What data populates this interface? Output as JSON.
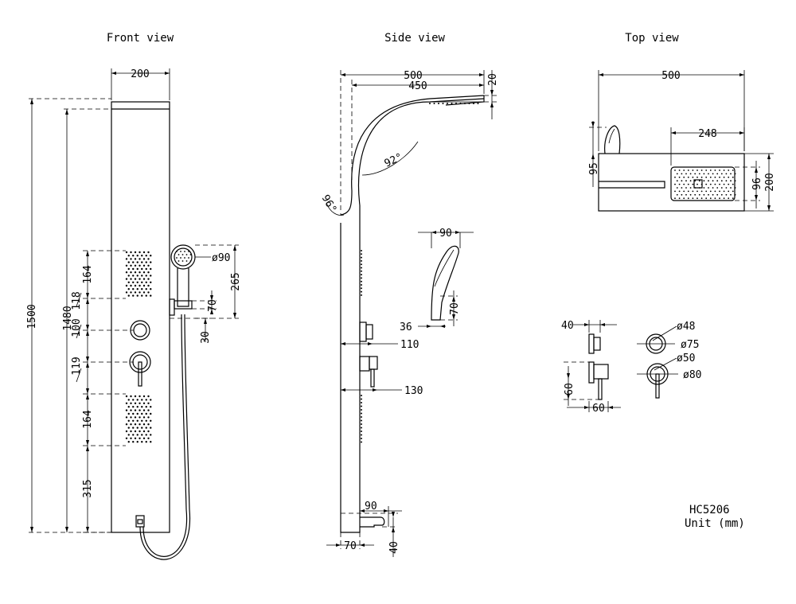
{
  "titles": {
    "front": "Front view",
    "side": "Side view",
    "top": "Top view"
  },
  "model": "HC5206",
  "unit": "Unit (mm)",
  "front_dims": {
    "width": "200",
    "total_height": "1500",
    "inner_height": "1480",
    "spray_upper": "164",
    "spacing_a": "118",
    "spacing_b": "100",
    "spacing_c": "119",
    "spray_lower": "164",
    "bottom": "315",
    "handshower_dia": "ø90",
    "handshower_height": "265",
    "holder": "70",
    "holder_offset": "30"
  },
  "side_dims": {
    "total_depth": "500",
    "arm_reach": "450",
    "head_thick": "20",
    "angle_arm": "92°",
    "angle_top": "96°",
    "valve_upper": "110",
    "valve_lower": "130",
    "spout": "90",
    "base_depth": "70",
    "spout_height": "40"
  },
  "handshower_dims": {
    "width": "90",
    "height": "70",
    "grip": "36"
  },
  "top_dims": {
    "total_depth": "500",
    "head_width": "248",
    "wall_offset": "95",
    "head_depth": "96",
    "panel_width": "200"
  },
  "fitting_dims": {
    "knob_depth": "40",
    "knob_dia_inner": "ø48",
    "knob_dia_outer": "ø75",
    "lever_height": "60",
    "lever_depth": "60",
    "lever_dia_inner": "ø50",
    "lever_dia_outer": "ø80"
  }
}
